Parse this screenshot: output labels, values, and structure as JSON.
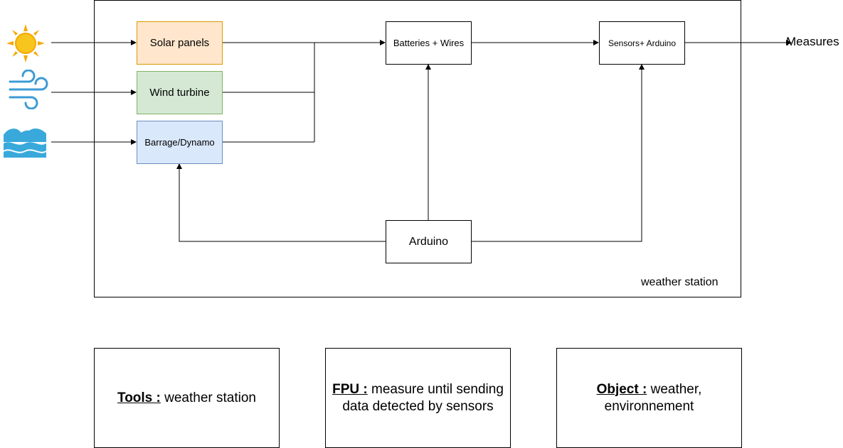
{
  "diagram": {
    "frame_label": "weather station",
    "boxes": {
      "solar": "Solar panels",
      "wind": "Wind turbine",
      "barrage": "Barrage/Dynamo",
      "batteries": "Batteries + Wires",
      "sensors": "Sensors+ Arduino",
      "arduino": "Arduino"
    },
    "output_label": "Measures",
    "colors": {
      "solar_fill": "#ffe6cc",
      "solar_stroke": "#d79b00",
      "wind_fill": "#d5e8d4",
      "wind_stroke": "#82b366",
      "barrage_fill": "#dae8fc",
      "barrage_stroke": "#6c8ebf",
      "sun": "#f5a800",
      "wind_icon": "#3d9bd6",
      "wave": "#39a9dc"
    },
    "icons": [
      "sun-icon",
      "wind-icon",
      "wave-icon"
    ]
  },
  "cards": {
    "tools": {
      "key": "Tools :",
      "text": " weather station"
    },
    "fpu": {
      "key": "FPU :",
      "text": " measure until sending data detected by sensors"
    },
    "object": {
      "key": "Object :",
      "text": " weather, environnement"
    }
  }
}
